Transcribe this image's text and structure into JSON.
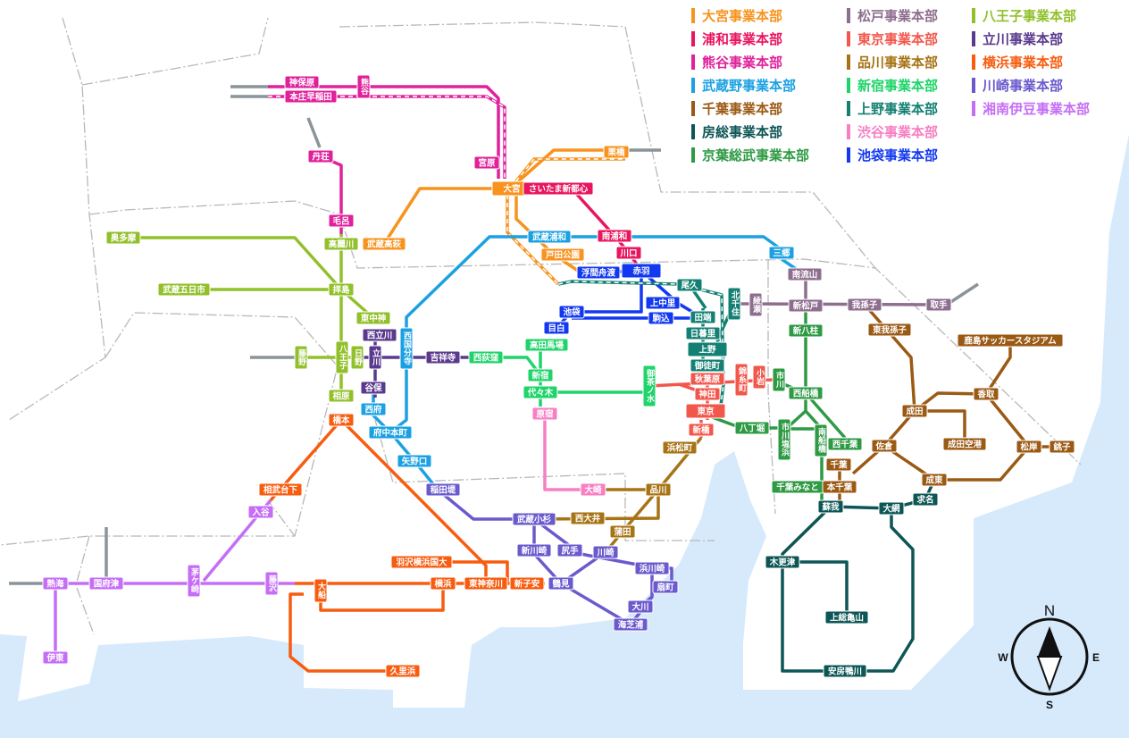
{
  "legend": [
    {
      "key": "omiya",
      "label": "大宮事業本部",
      "color": "#f7931e"
    },
    {
      "key": "urawa",
      "label": "浦和事業本部",
      "color": "#e8155f"
    },
    {
      "key": "kumagaya",
      "label": "熊谷事業本部",
      "color": "#e0219b"
    },
    {
      "key": "musashino",
      "label": "武蔵野事業本部",
      "color": "#1ba1e2"
    },
    {
      "key": "chiba",
      "label": "千葉事業本部",
      "color": "#9b5a14"
    },
    {
      "key": "boso",
      "label": "房総事業本部",
      "color": "#0e5656"
    },
    {
      "key": "keiyo",
      "label": "京葉総武事業本部",
      "color": "#2e9a44"
    },
    {
      "key": "matsudo",
      "label": "松戸事業本部",
      "color": "#8e6e8e"
    },
    {
      "key": "tokyo",
      "label": "東京事業本部",
      "color": "#f2574c"
    },
    {
      "key": "shinagawa",
      "label": "品川事業本部",
      "color": "#a77415"
    },
    {
      "key": "shinjuku",
      "label": "新宿事業本部",
      "color": "#1fd46a"
    },
    {
      "key": "ueno",
      "label": "上野事業本部",
      "color": "#138073"
    },
    {
      "key": "shibuya",
      "label": "渋谷事業本部",
      "color": "#f77fc3"
    },
    {
      "key": "ikebukuro",
      "label": "池袋事業本部",
      "color": "#1339f0"
    },
    {
      "key": "hachioji",
      "label": "八王子事業本部",
      "color": "#92c02b"
    },
    {
      "key": "tachikawa",
      "label": "立川事業本部",
      "color": "#5a3a8e"
    },
    {
      "key": "yokohama",
      "label": "横浜事業本部",
      "color": "#f75c0f"
    },
    {
      "key": "kawasaki",
      "label": "川崎事業本部",
      "color": "#6a5acd"
    },
    {
      "key": "shonan",
      "label": "湘南伊豆事業本部",
      "color": "#c56ef5"
    }
  ],
  "stations": [
    {
      "name": "神保原",
      "hq": "kumagaya"
    },
    {
      "name": "本庄早稲田",
      "hq": "kumagaya"
    },
    {
      "name": "熊谷",
      "hq": "kumagaya"
    },
    {
      "name": "宮原",
      "hq": "kumagaya"
    },
    {
      "name": "丹荘",
      "hq": "kumagaya"
    },
    {
      "name": "毛呂",
      "hq": "kumagaya"
    },
    {
      "name": "大宮",
      "hq": "omiya"
    },
    {
      "name": "栗橋",
      "hq": "omiya"
    },
    {
      "name": "武蔵高萩",
      "hq": "omiya"
    },
    {
      "name": "戸田公園",
      "hq": "omiya"
    },
    {
      "name": "さいたま新都心",
      "hq": "urawa"
    },
    {
      "name": "南浦和",
      "hq": "urawa"
    },
    {
      "name": "川口",
      "hq": "urawa"
    },
    {
      "name": "武蔵浦和",
      "hq": "musashino"
    },
    {
      "name": "三郷",
      "hq": "musashino"
    },
    {
      "name": "西国分寺",
      "hq": "musashino"
    },
    {
      "name": "西府",
      "hq": "musashino"
    },
    {
      "name": "府中本町",
      "hq": "musashino"
    },
    {
      "name": "矢野口",
      "hq": "musashino"
    },
    {
      "name": "赤羽",
      "hq": "ikebukuro"
    },
    {
      "name": "浮間舟渡",
      "hq": "ikebukuro"
    },
    {
      "name": "池袋",
      "hq": "ikebukuro"
    },
    {
      "name": "目白",
      "hq": "ikebukuro"
    },
    {
      "name": "上中里",
      "hq": "ikebukuro"
    },
    {
      "name": "駒込",
      "hq": "ikebukuro"
    },
    {
      "name": "尾久",
      "hq": "ueno"
    },
    {
      "name": "田端",
      "hq": "ueno"
    },
    {
      "name": "日暮里",
      "hq": "ueno"
    },
    {
      "name": "上野",
      "hq": "ueno"
    },
    {
      "name": "御徒町",
      "hq": "ueno"
    },
    {
      "name": "北千住",
      "hq": "ueno"
    },
    {
      "name": "高田馬場",
      "hq": "shinjuku"
    },
    {
      "name": "新宿",
      "hq": "shinjuku"
    },
    {
      "name": "代々木",
      "hq": "shinjuku"
    },
    {
      "name": "西荻窪",
      "hq": "shinjuku"
    },
    {
      "name": "御茶ノ水",
      "hq": "shinjuku"
    },
    {
      "name": "秋葉原",
      "hq": "tokyo"
    },
    {
      "name": "神田",
      "hq": "tokyo"
    },
    {
      "name": "東京",
      "hq": "tokyo"
    },
    {
      "name": "新橋",
      "hq": "tokyo"
    },
    {
      "name": "錦糸町",
      "hq": "tokyo"
    },
    {
      "name": "小岩",
      "hq": "tokyo"
    },
    {
      "name": "綾瀬",
      "hq": "matsudo"
    },
    {
      "name": "新松戸",
      "hq": "matsudo"
    },
    {
      "name": "南流山",
      "hq": "matsudo"
    },
    {
      "name": "我孫子",
      "hq": "matsudo"
    },
    {
      "name": "取手",
      "hq": "matsudo"
    },
    {
      "name": "新八柱",
      "hq": "keiyo"
    },
    {
      "name": "市川",
      "hq": "keiyo"
    },
    {
      "name": "西船橋",
      "hq": "keiyo"
    },
    {
      "name": "八丁堀",
      "hq": "keiyo"
    },
    {
      "name": "市川塩浜",
      "hq": "keiyo"
    },
    {
      "name": "南船橋",
      "hq": "keiyo"
    },
    {
      "name": "西千葉",
      "hq": "keiyo"
    },
    {
      "name": "千葉みなと",
      "hq": "keiyo"
    },
    {
      "name": "東我孫子",
      "hq": "chiba"
    },
    {
      "name": "鹿島サッカースタジアム",
      "hq": "chiba"
    },
    {
      "name": "香取",
      "hq": "chiba"
    },
    {
      "name": "成田",
      "hq": "chiba"
    },
    {
      "name": "成田空港",
      "hq": "chiba"
    },
    {
      "name": "佐倉",
      "hq": "chiba"
    },
    {
      "name": "松岸",
      "hq": "chiba"
    },
    {
      "name": "銚子",
      "hq": "chiba"
    },
    {
      "name": "成東",
      "hq": "chiba"
    },
    {
      "name": "千葉",
      "hq": "chiba"
    },
    {
      "name": "本千葉",
      "hq": "chiba"
    },
    {
      "name": "蘇我",
      "hq": "boso"
    },
    {
      "name": "大網",
      "hq": "boso"
    },
    {
      "name": "求名",
      "hq": "boso"
    },
    {
      "name": "木更津",
      "hq": "boso"
    },
    {
      "name": "上総亀山",
      "hq": "boso"
    },
    {
      "name": "安房鴨川",
      "hq": "boso"
    },
    {
      "name": "浜松町",
      "hq": "shinagawa"
    },
    {
      "name": "品川",
      "hq": "shinagawa"
    },
    {
      "name": "西大井",
      "hq": "shinagawa"
    },
    {
      "name": "蒲田",
      "hq": "shinagawa"
    },
    {
      "name": "原宿",
      "hq": "shibuya"
    },
    {
      "name": "大崎",
      "hq": "shibuya"
    },
    {
      "name": "奥多摩",
      "hq": "hachioji"
    },
    {
      "name": "高麗川",
      "hq": "hachioji"
    },
    {
      "name": "武蔵五日市",
      "hq": "hachioji"
    },
    {
      "name": "拝島",
      "hq": "hachioji"
    },
    {
      "name": "東中神",
      "hq": "hachioji"
    },
    {
      "name": "八王子",
      "hq": "hachioji"
    },
    {
      "name": "日野",
      "hq": "hachioji"
    },
    {
      "name": "藤野",
      "hq": "hachioji"
    },
    {
      "name": "相原",
      "hq": "hachioji"
    },
    {
      "name": "西立川",
      "hq": "tachikawa"
    },
    {
      "name": "立川",
      "hq": "tachikawa"
    },
    {
      "name": "谷保",
      "hq": "tachikawa"
    },
    {
      "name": "吉祥寺",
      "hq": "tachikawa"
    },
    {
      "name": "橋本",
      "hq": "yokohama"
    },
    {
      "name": "相武台下",
      "hq": "yokohama"
    },
    {
      "name": "羽沢横浜国大",
      "hq": "yokohama"
    },
    {
      "name": "横浜",
      "hq": "yokohama"
    },
    {
      "name": "東神奈川",
      "hq": "yokohama"
    },
    {
      "name": "新子安",
      "hq": "yokohama"
    },
    {
      "name": "大船",
      "hq": "yokohama"
    },
    {
      "name": "久里浜",
      "hq": "yokohama"
    },
    {
      "name": "稲田堤",
      "hq": "kawasaki"
    },
    {
      "name": "武蔵小杉",
      "hq": "kawasaki"
    },
    {
      "name": "新川崎",
      "hq": "kawasaki"
    },
    {
      "name": "尻手",
      "hq": "kawasaki"
    },
    {
      "name": "川崎",
      "hq": "kawasaki"
    },
    {
      "name": "鶴見",
      "hq": "kawasaki"
    },
    {
      "name": "浜川崎",
      "hq": "kawasaki"
    },
    {
      "name": "扇町",
      "hq": "kawasaki"
    },
    {
      "name": "大川",
      "hq": "kawasaki"
    },
    {
      "name": "海芝浦",
      "hq": "kawasaki"
    },
    {
      "name": "熱海",
      "hq": "shonan"
    },
    {
      "name": "国府津",
      "hq": "shonan"
    },
    {
      "name": "茅ケ崎",
      "hq": "shonan"
    },
    {
      "name": "藤沢",
      "hq": "shonan"
    },
    {
      "name": "入谷",
      "hq": "shonan"
    },
    {
      "name": "伊東",
      "hq": "shonan"
    }
  ],
  "compass": {
    "n": "N",
    "s": "S",
    "e": "E",
    "w": "W"
  }
}
